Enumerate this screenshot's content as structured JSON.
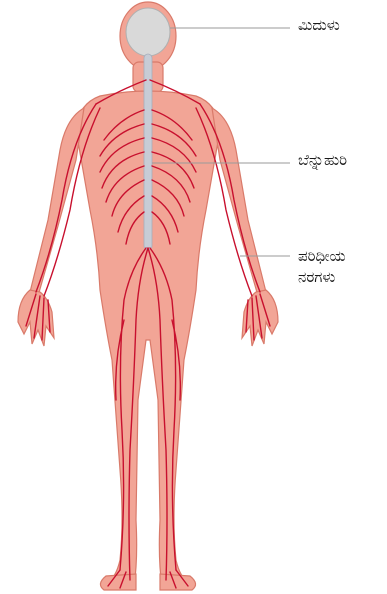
{
  "labels": {
    "brain": "ಮಿದುಳು",
    "spinal_cord": "ಬೆನ್ನುಹುರಿ",
    "peripheral_line1": "ಪರಿಧೀಯ",
    "peripheral_line2": "ನರಗಳು"
  },
  "colors": {
    "skin": "#f2a596",
    "skin_edge": "#d97a6a",
    "nerve": "#c8102e",
    "brain": "#d9d9d9",
    "spinal_cord": "#c7ccd6",
    "leader_line": "#9a9a9a",
    "text": "#1a1a1a"
  }
}
